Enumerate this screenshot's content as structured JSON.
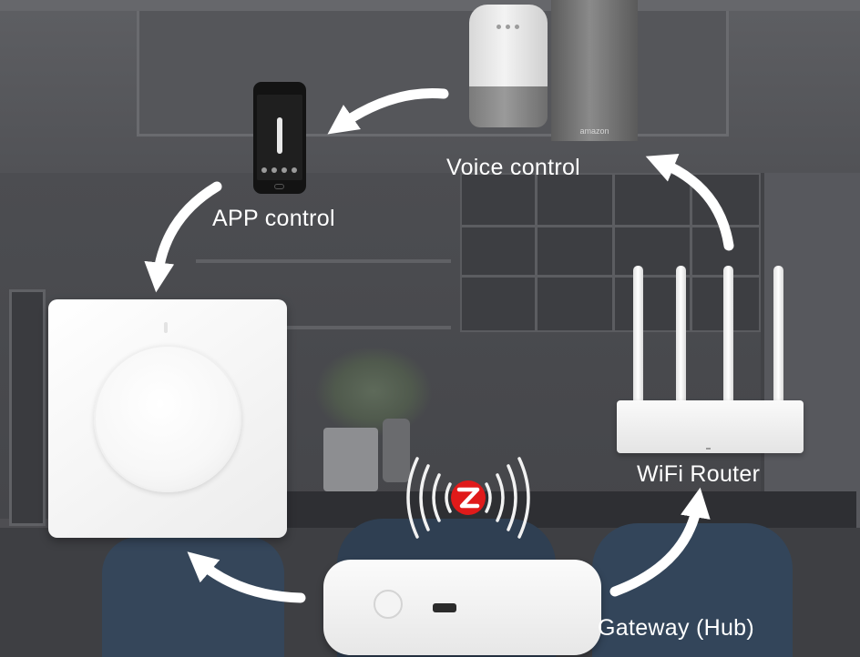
{
  "labels": {
    "voice_control": "Voice control",
    "app_control": "APP control",
    "wifi_router": "WiFi Router",
    "gateway_hub": "Gateway (Hub)"
  },
  "speaker_brand": "amazon",
  "icons": {
    "zigbee": "zigbee-logo-icon",
    "arrow": "curved-arrow-icon"
  },
  "colors": {
    "label_text": "#ffffff",
    "arrow": "#ffffff",
    "zigbee_red": "#e01a1a",
    "background_overlay": "#4e4e52"
  }
}
